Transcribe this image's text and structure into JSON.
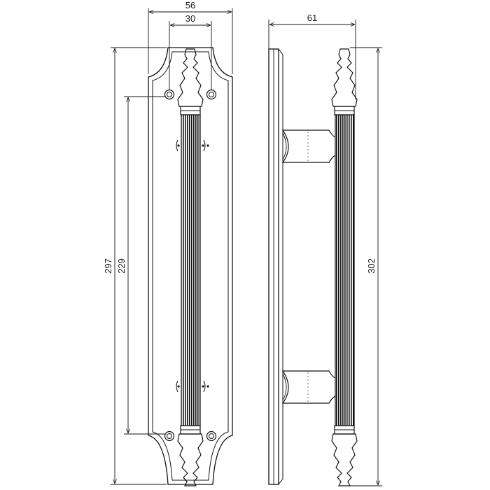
{
  "drawing": {
    "dimensions": {
      "front_width_outer": "56",
      "front_width_inner": "30",
      "side_depth": "61",
      "plate_height": "297",
      "fixing_centres": "229",
      "overall_height": "302"
    },
    "colors": {
      "line": "#111111",
      "background": "#ffffff"
    }
  }
}
